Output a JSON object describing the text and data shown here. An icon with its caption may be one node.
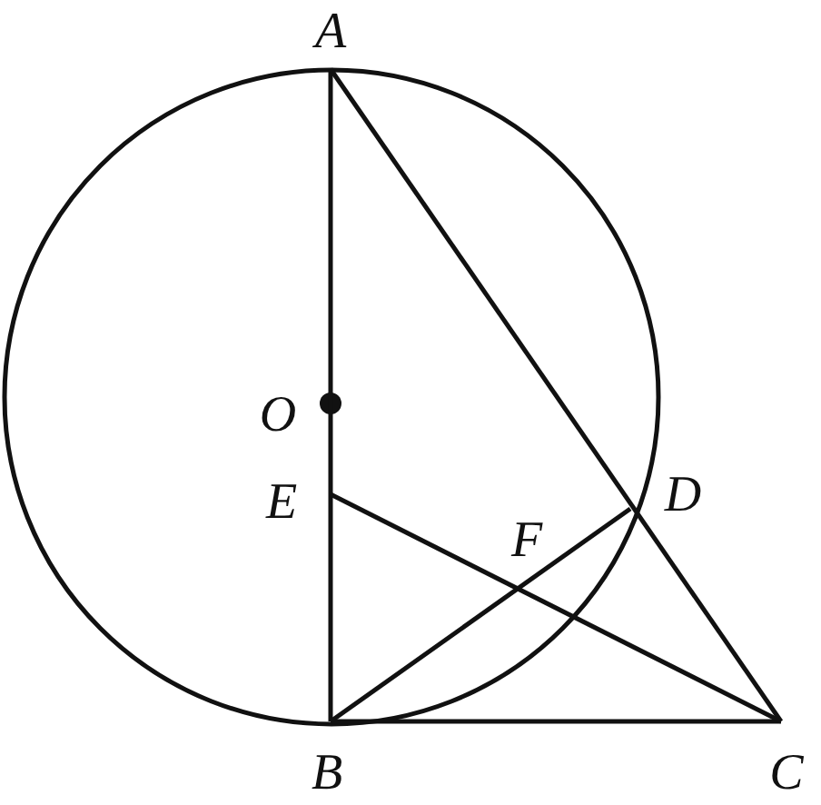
{
  "diagram": {
    "nodes": [
      {
        "text": [],
        "shape": "circle"
      },
      {
        "text": [
          "A"
        ]
      },
      {
        "text": [
          "O"
        ],
        "in": 0
      },
      {
        "text": [
          "E"
        ],
        "in": 0
      },
      {
        "text": [
          "D"
        ]
      },
      {
        "text": [
          "B"
        ]
      },
      {
        "text": [
          "C"
        ]
      }
    ],
    "edges": [
      {
        "from": 1,
        "to": 5,
        "arrow": "none"
      },
      {
        "from": 1,
        "to": 6,
        "arrow": "none"
      },
      {
        "from": 5,
        "to": 6,
        "arrow": "none"
      },
      {
        "from": 5,
        "to": 4,
        "arrow": "none"
      },
      {
        "from": 3,
        "to": 6,
        "arrow": "none"
      }
    ],
    "labels": [
      "F"
    ]
  }
}
